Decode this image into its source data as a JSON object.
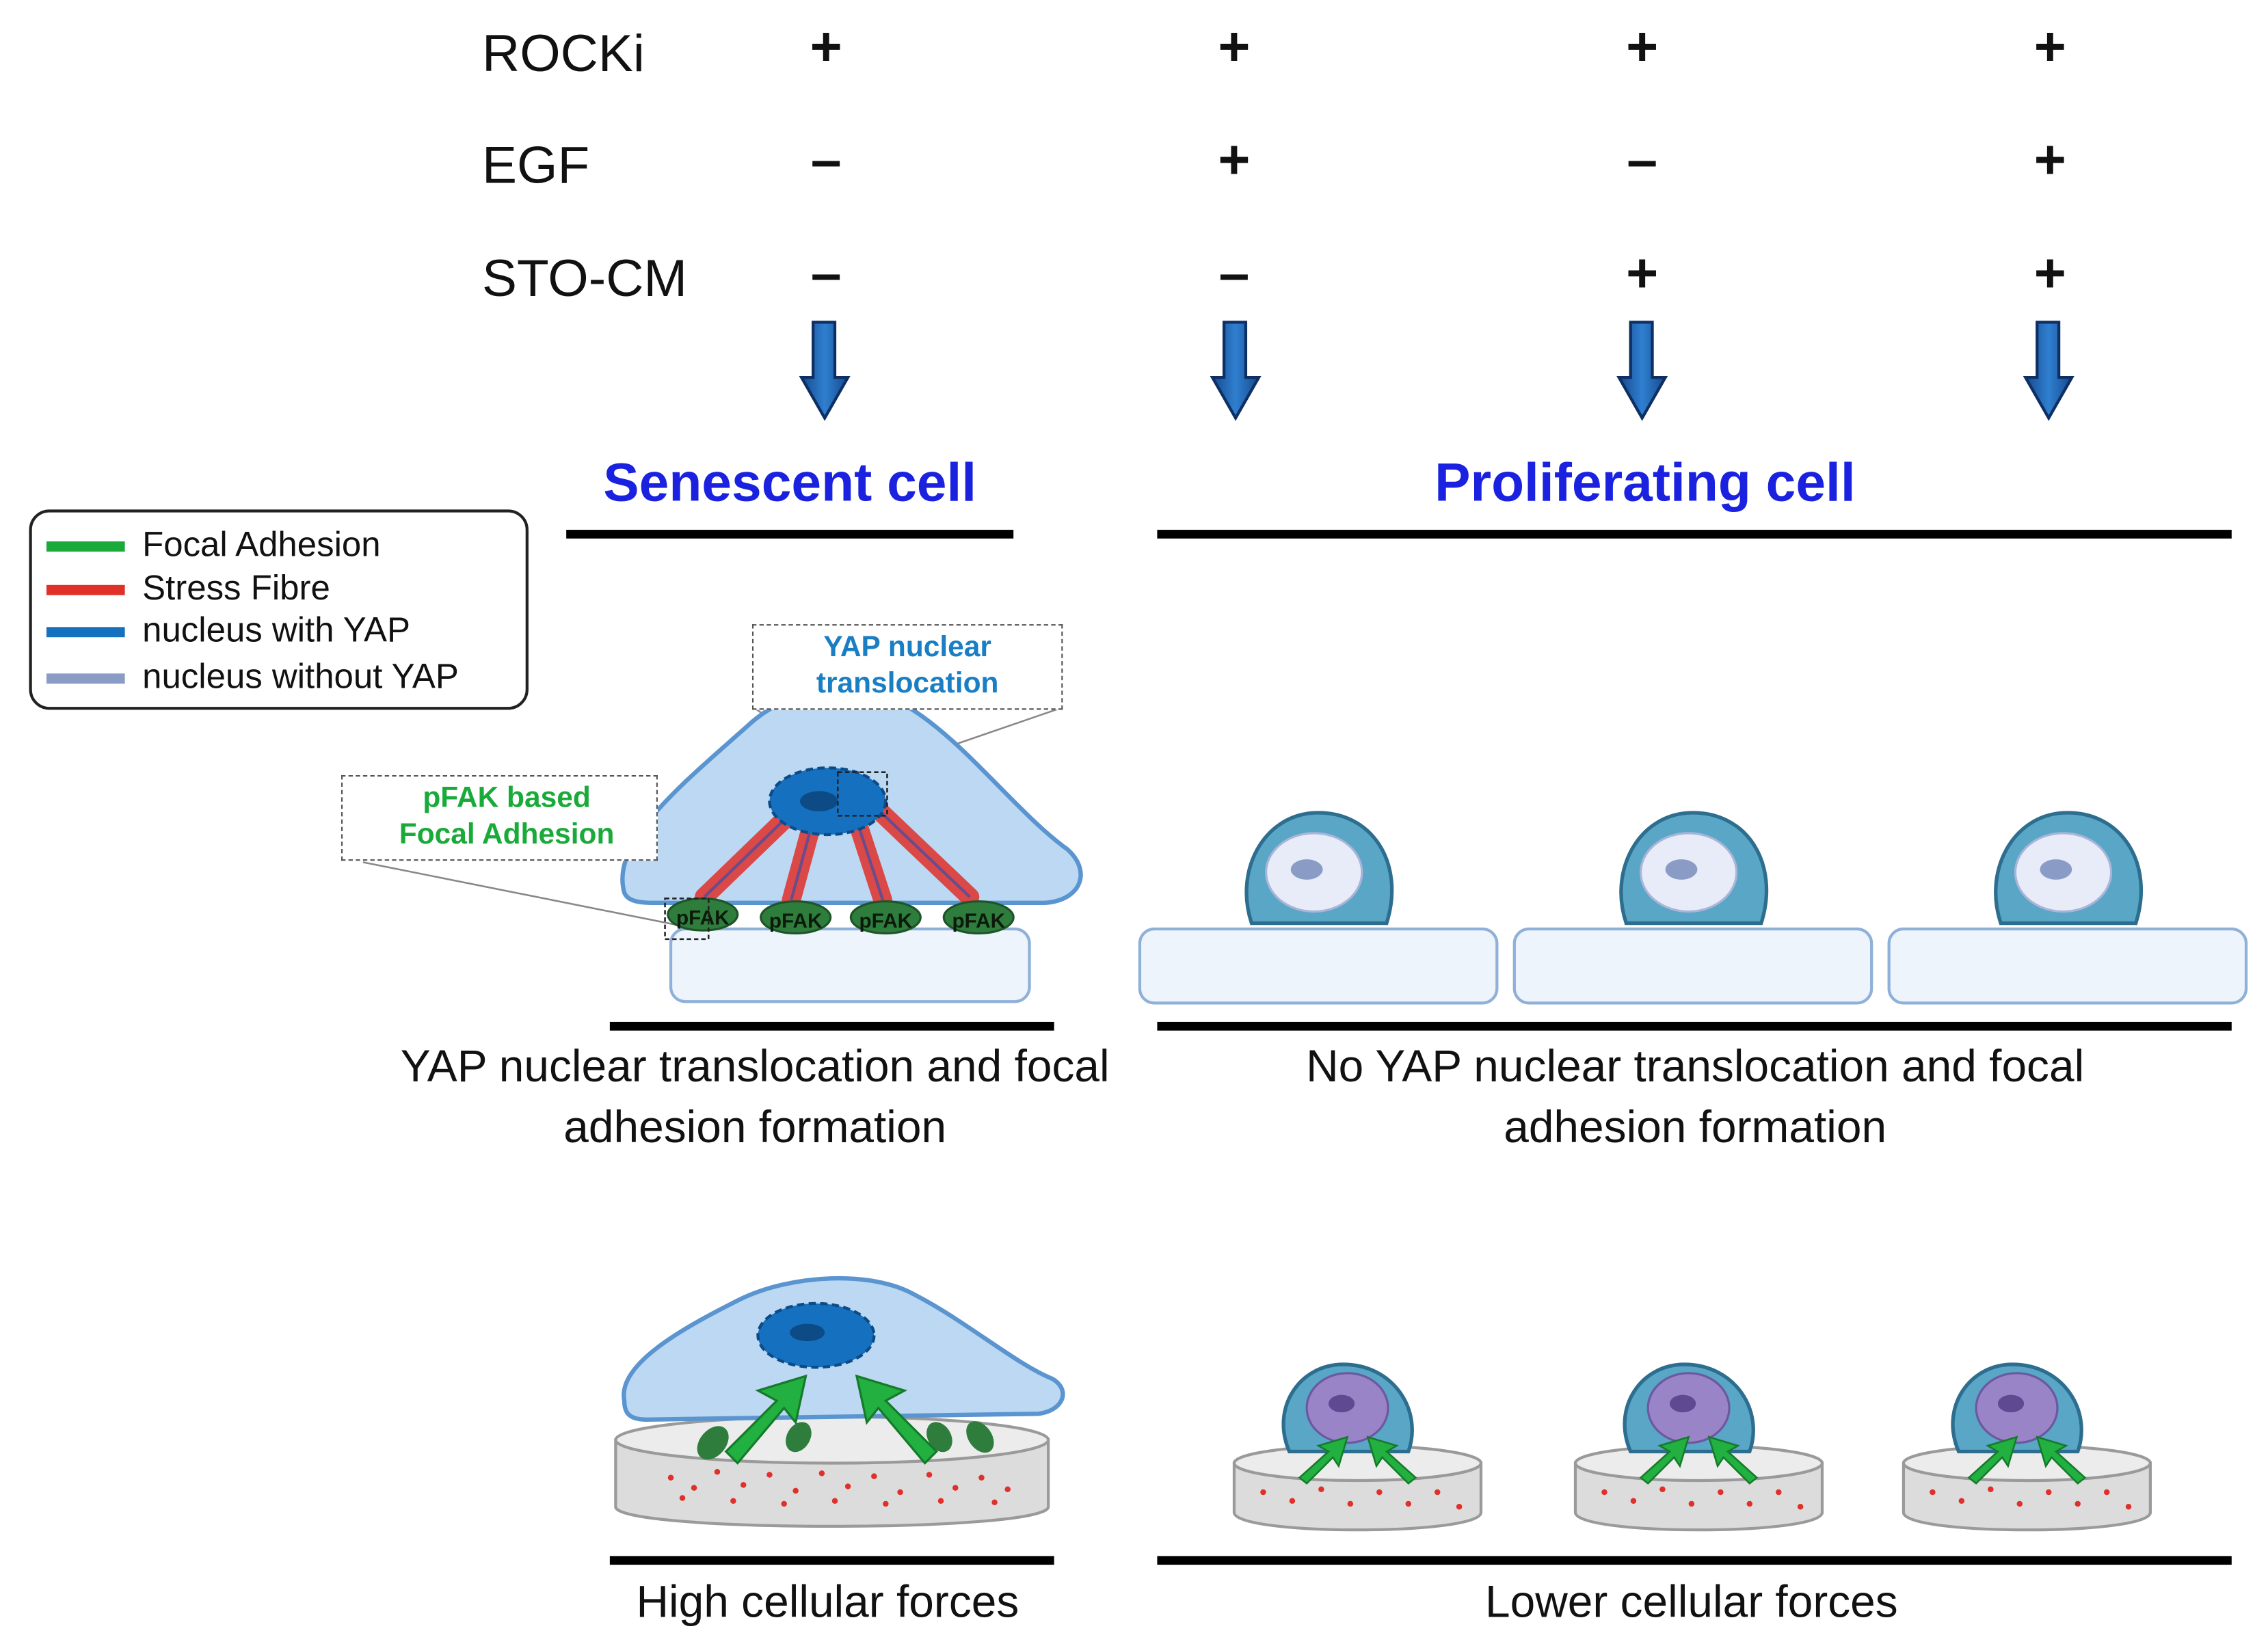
{
  "conditions": {
    "rows": [
      {
        "label": "ROCKi",
        "signs": [
          "+",
          "+",
          "+",
          "+"
        ]
      },
      {
        "label": "EGF",
        "signs": [
          "–",
          "+",
          "–",
          "+"
        ]
      },
      {
        "label": "STO-CM",
        "signs": [
          "–",
          "–",
          "+",
          "+"
        ]
      }
    ]
  },
  "groups": {
    "senescent": "Senescent cell",
    "proliferating": "Proliferating cell"
  },
  "legend": {
    "items": [
      {
        "label": "Focal Adhesion",
        "color": "#1aaa3a"
      },
      {
        "label": "Stress Fibre",
        "color": "#e0302a"
      },
      {
        "label": "nucleus with YAP",
        "color": "#1570c0"
      },
      {
        "label": "nucleus without YAP",
        "color": "#8a9cc6"
      }
    ]
  },
  "callouts": {
    "yap": "YAP nuclear translocation",
    "pfak": "pFAK based Focal Adhesion",
    "pfak_label": "pFAK"
  },
  "captions": {
    "senescent_middle": "YAP nuclear translocation and focal adhesion formation",
    "proliferating_middle": "No YAP nuclear translocation and focal adhesion formation",
    "senescent_bottom": "High cellular forces",
    "proliferating_bottom": "Lower cellular forces"
  },
  "colors": {
    "heading": "#1a22e0",
    "arrow": "#1f5fb0",
    "cytoplasm": "#bcd8f2",
    "cytoplasm_border": "#5b95d0",
    "nucleus_yap": "#1570c0",
    "nucleus_noyap": "#8a9cc6",
    "focal_adhesion": "#2f7d3c",
    "stress_fibre": "#e0302a",
    "force_arrow": "#22b040",
    "substrate": "#eef4fb",
    "proliferating_cell": "#5aa6c7"
  }
}
